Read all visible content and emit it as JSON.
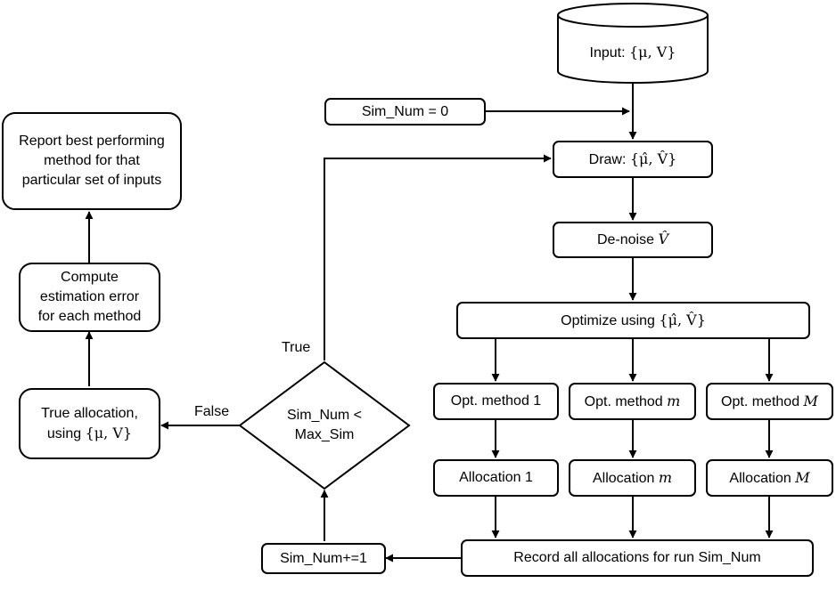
{
  "nodes": {
    "input": {
      "prefix": "Input: ",
      "math": "{μ, V}"
    },
    "sim_init": "Sim_Num = 0",
    "draw": {
      "prefix": "Draw: ",
      "math": "{μ̂, V̂}"
    },
    "denoise": {
      "prefix": "De-noise ",
      "math": "V̂"
    },
    "optimize": {
      "prefix": "Optimize using ",
      "math": "{μ̂, V̂}"
    },
    "opt_methods": [
      {
        "prefix": "Opt. method ",
        "index": "1",
        "italic": false
      },
      {
        "prefix": "Opt. method ",
        "index": "m",
        "italic": true
      },
      {
        "prefix": "Opt. method ",
        "index": "M",
        "italic": true
      }
    ],
    "allocations": [
      {
        "prefix": "Allocation ",
        "index": "1",
        "italic": false
      },
      {
        "prefix": "Allocation ",
        "index": "m",
        "italic": true
      },
      {
        "prefix": "Allocation ",
        "index": "M",
        "italic": true
      }
    ],
    "record": "Record all allocations for run Sim_Num",
    "increment": "Sim_Num+=1",
    "decision": {
      "line1": "Sim_Num <",
      "line2": "Max_Sim"
    },
    "true_alloc": {
      "line1": "True allocation,",
      "line2_prefix": "using ",
      "math": "{μ, V}"
    },
    "compute_error": {
      "line1": "Compute",
      "line2": "estimation error",
      "line3": "for each method"
    },
    "report": {
      "line1": "Report best performing",
      "line2": "method for that",
      "line3": "particular set of inputs"
    }
  },
  "edge_labels": {
    "true": "True",
    "false": "False"
  },
  "colors": {
    "stroke": "#000000",
    "fill": "#ffffff"
  }
}
